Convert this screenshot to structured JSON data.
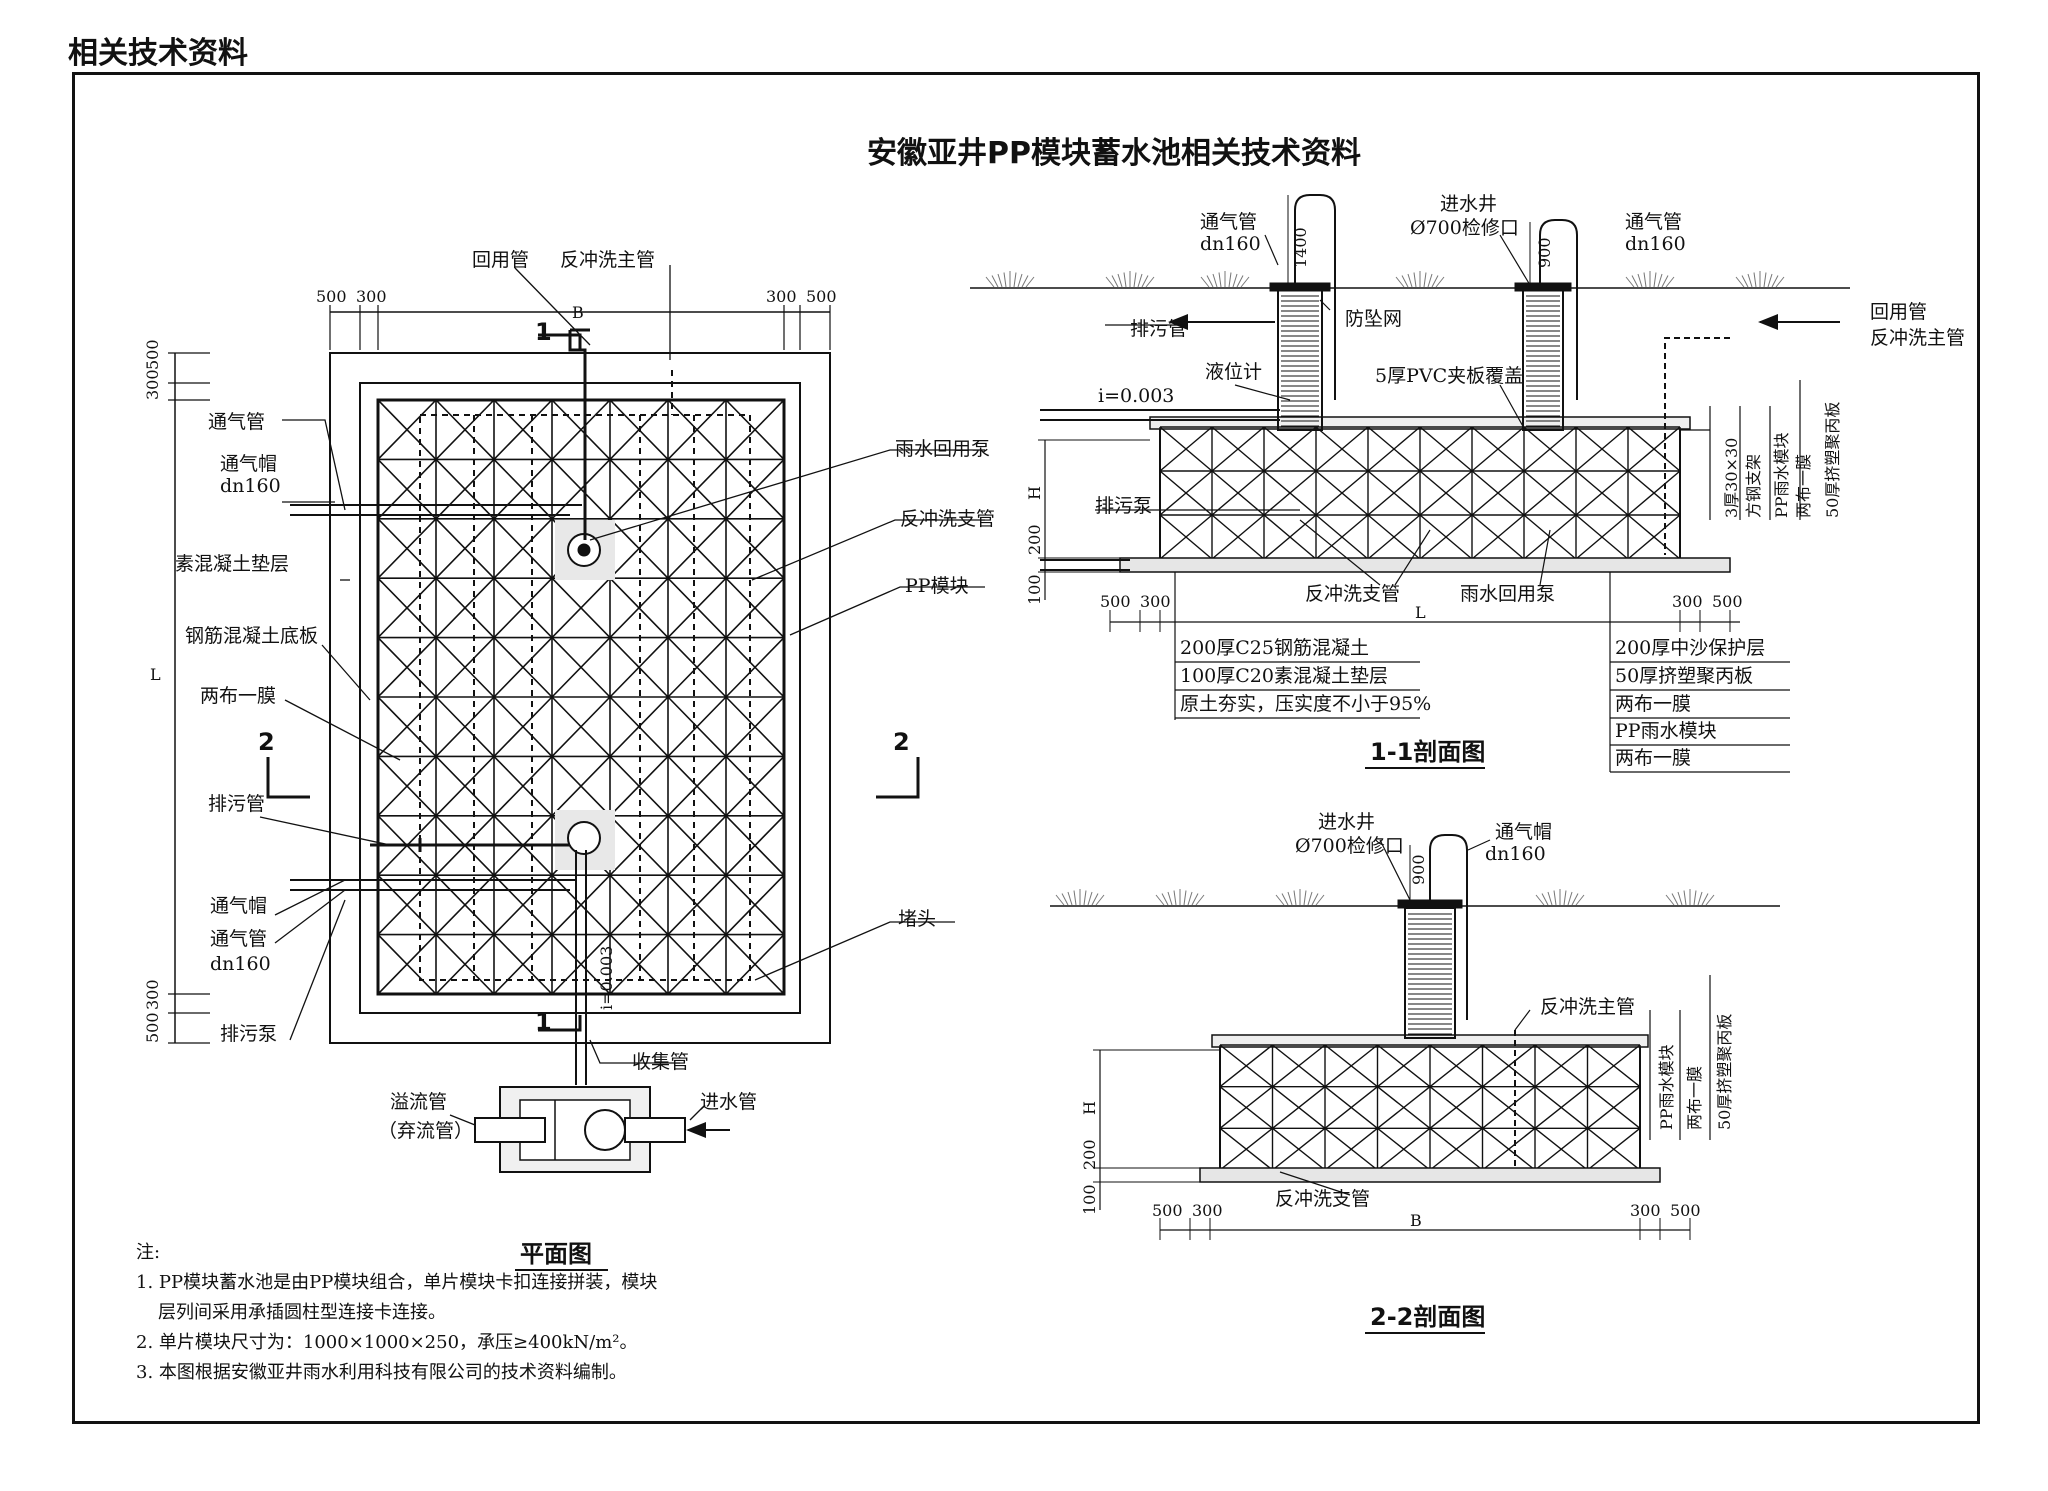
{
  "header": "相关技术资料",
  "title": "安徽亚井PP模块蓄水池相关技术资料",
  "plan": {
    "caption": "平面图",
    "labels": {
      "return_pipe": "回用管",
      "backwash_main": "反冲洗主管",
      "vent_pipe": "通气管",
      "vent_cap": "通气帽",
      "dn160": "dn160",
      "plain_concrete": "素混凝土垫层",
      "rc_slab": "钢筋混凝土底板",
      "membrane": "两布一膜",
      "sewage_pipe": "排污管",
      "vent_cap_2": "通气帽",
      "vent_pipe_2": "通气管",
      "dn160_2": "dn160",
      "sewage_pump": "排污泵",
      "rain_pump": "雨水回用泵",
      "backwash_branch": "反冲洗支管",
      "pp_module": "PP模块",
      "plug": "堵头",
      "collect_pipe": "收集管",
      "overflow_pipe": "溢流管",
      "bypass_pipe": "（弃流管）",
      "inlet_pipe": "进水管",
      "slope": "i=0.003"
    },
    "dims": {
      "d500": "500",
      "d300": "300",
      "B": "B",
      "L": "L",
      "sec1": "1",
      "sec2": "2"
    }
  },
  "section11": {
    "caption": "1-1剖面图",
    "labels": {
      "inlet_well": "进水井",
      "manhole": "Ø700检修口",
      "vent_pipe_l": "通气管",
      "dn160_l": "dn160",
      "vent_pipe_r": "通气管",
      "dn160_r": "dn160",
      "sewage_pipe": "排污管",
      "anti_fall": "防坠网",
      "level_meter": "液位计",
      "pvc_cover": "5厚PVC夹板覆盖",
      "return_pipe": "回用管",
      "backwash_main": "反冲洗主管",
      "slope": "i=0.003",
      "sewage_pump": "排污泵",
      "backwash_branch": "反冲洗支管",
      "rain_pump": "雨水回用泵",
      "h1400": "1400",
      "h900": "900",
      "H": "H",
      "h200": "200",
      "h100": "100",
      "L": "L"
    },
    "vertical_notes": [
      "3厚30×30",
      "方钢支架",
      "PP雨水模块",
      "两布一膜",
      "50厚挤塑聚丙板"
    ],
    "left_layers": [
      "200厚C25钢筋混凝土",
      "100厚C20素混凝土垫层",
      "原土夯实，压实度不小于95%"
    ],
    "right_layers": [
      "200厚中沙保护层",
      "50厚挤塑聚丙板",
      "两布一膜",
      "PP雨水模块",
      "两布一膜"
    ]
  },
  "section22": {
    "caption": "2-2剖面图",
    "labels": {
      "inlet_well": "进水井",
      "manhole": "Ø700检修口",
      "vent_cap": "通气帽",
      "dn160": "dn160",
      "h900": "900",
      "backwash_main": "反冲洗主管",
      "backwash_branch": "反冲洗支管",
      "H": "H",
      "h200": "200",
      "h100": "100",
      "B": "B"
    },
    "vertical_notes": [
      "PP雨水模块",
      "两布一膜",
      "50厚挤塑聚丙板"
    ]
  },
  "notes": {
    "heading": "注:",
    "items": [
      "1.  PP模块蓄水池是由PP模块组合，单片模块卡扣连接拼装，模块",
      "层列间采用承插圆柱型连接卡连接。",
      "2.  单片模块尺寸为：1000×1000×250，承压≥400kN/m²。",
      "3.  本图根据安徽亚井雨水利用科技有限公司的技术资料编制。"
    ]
  }
}
